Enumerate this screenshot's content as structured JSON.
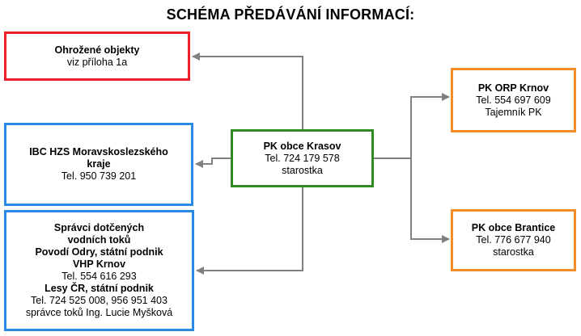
{
  "title": "SCHÉMA PŘEDÁVÁNÍ INFORMACÍ:",
  "nodes": {
    "ohrozene": {
      "lines": [
        {
          "text": "Ohrožené objekty",
          "bold": true
        },
        {
          "text": "viz příloha 1a",
          "bold": false
        }
      ]
    },
    "ibc": {
      "lines": [
        {
          "text": "IBC HZS Moravskoslezského",
          "bold": true
        },
        {
          "text": "kraje",
          "bold": true
        },
        {
          "text": "Tel. 950 739 201",
          "bold": false
        }
      ]
    },
    "spravci": {
      "lines": [
        {
          "text": "Správci dotčených",
          "bold": true
        },
        {
          "text": "vodních toků",
          "bold": true
        },
        {
          "text": "Povodí Odry, státní podnik",
          "bold": true
        },
        {
          "text": "VHP Krnov",
          "bold": true
        },
        {
          "text": "Tel. 554 616 293",
          "bold": false
        },
        {
          "text": "Lesy ČR, státní podnik",
          "bold": true
        },
        {
          "text": "Tel. 724 525 008, 956 951 403",
          "bold": false
        },
        {
          "text": "správce toků Ing. Lucie Myšková",
          "bold": false
        }
      ]
    },
    "center": {
      "lines": [
        {
          "text": "PK obce Krasov",
          "bold": true
        },
        {
          "text": "Tel. 724 179 578",
          "bold": false
        },
        {
          "text": "starostka",
          "bold": false
        }
      ]
    },
    "orp": {
      "lines": [
        {
          "text": "PK ORP Krnov",
          "bold": true
        },
        {
          "text": "Tel. 554 697 609",
          "bold": false
        },
        {
          "text": "Tajemník PK",
          "bold": false
        }
      ]
    },
    "brantice": {
      "lines": [
        {
          "text": "PK obce Brantice",
          "bold": true
        },
        {
          "text": "Tel. 776 677 940",
          "bold": false
        },
        {
          "text": "starostka",
          "bold": false
        }
      ]
    }
  },
  "edges": [
    {
      "from": "center",
      "to": "ohrozene"
    },
    {
      "from": "center",
      "to": "ibc"
    },
    {
      "from": "center",
      "to": "spravci"
    },
    {
      "from": "center",
      "to": "orp"
    },
    {
      "from": "center",
      "to": "brantice"
    }
  ],
  "colors": {
    "ohrozene": "#e8202a",
    "ibc": "#2b8be4",
    "spravci": "#2b8be4",
    "center": "#2e8b1f",
    "orp": "#f28c28",
    "brantice": "#f28c28",
    "connector": "#808080"
  }
}
